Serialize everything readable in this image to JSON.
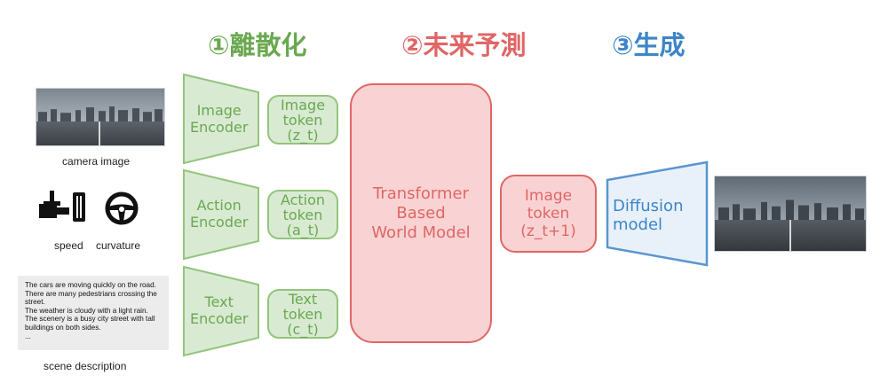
{
  "headers": {
    "discretize": "①離散化",
    "predict": "②未来予測",
    "generate": "③生成"
  },
  "colors": {
    "green_text": "#6aa84f",
    "green_fill": "#d9ead3",
    "red_text": "#e06666",
    "red_fill": "#f9d3d3",
    "blue_text": "#3d85c6",
    "blue_fill": "#e8f1fa"
  },
  "inputs": {
    "camera_caption": "camera image",
    "speed_caption": "speed",
    "curvature_caption": "curvature",
    "scene_caption": "scene description",
    "scene_lines": [
      "The cars are moving quickly on the road.",
      "There are many pedestrians crossing the street.",
      "The weather is cloudy with a light rain.",
      "The scenery is a busy city street with tall buildings on both sides.",
      "..."
    ]
  },
  "encoders": {
    "image": "Image\nEncoder",
    "action": "Action\nEncoder",
    "text": "Text\nEncoder"
  },
  "tokens": {
    "image": {
      "line1": "Image",
      "line2": "token",
      "line3": "(z_t)"
    },
    "action": {
      "line1": "Action",
      "line2": "token",
      "line3": "(a_t)"
    },
    "text": {
      "line1": "Text",
      "line2": "token",
      "line3": "(c_t)"
    }
  },
  "transformer": {
    "line1": "Transformer",
    "line2": "Based",
    "line3": "World Model"
  },
  "predicted_token": {
    "line1": "Image",
    "line2": "token",
    "line3": "(z_t+1)"
  },
  "diffusion": "Diffusion\nmodel",
  "icons": [
    "speedometer-icon",
    "steering-wheel-icon"
  ]
}
